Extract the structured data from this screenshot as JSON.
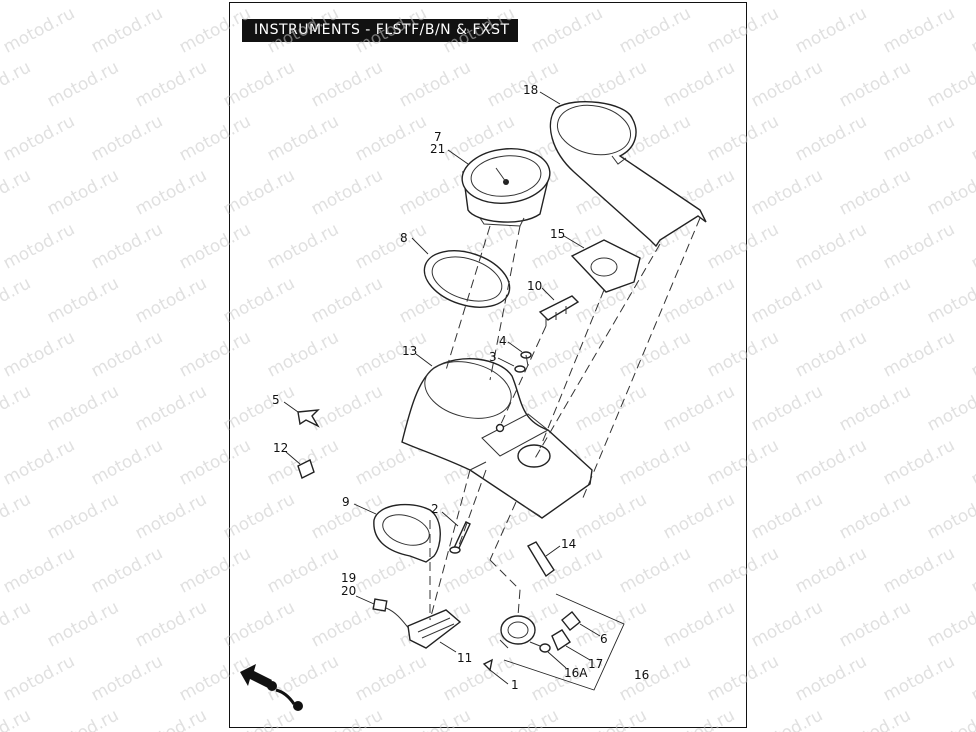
{
  "title": "INSTRUMENTS - FLSTF/B/N & FXST",
  "watermark": "motod.ru",
  "colors": {
    "title_bg": "#111111",
    "title_fg": "#ffffff",
    "line": "#222222",
    "watermark": "#c8c8c8"
  },
  "callouts": {
    "c1": "1",
    "c2": "2",
    "c3": "3",
    "c4": "4",
    "c5": "5",
    "c6": "6",
    "c7": "7",
    "c21": "21",
    "c8": "8",
    "c9": "9",
    "c10": "10",
    "c11": "11",
    "c12": "12",
    "c13": "13",
    "c14": "14",
    "c15": "15",
    "c16": "16",
    "c16a": "16A",
    "c17": "17",
    "c18": "18",
    "c19": "19",
    "c20": "20"
  }
}
